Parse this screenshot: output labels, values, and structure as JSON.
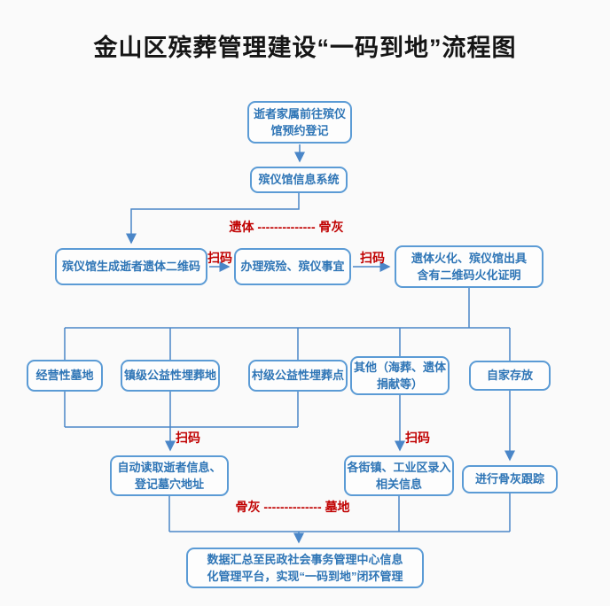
{
  "title": "金山区殡葬管理建设“一码到地”流程图",
  "colors": {
    "box_border_blue": "#5b9bd5",
    "box_text_blue": "#2e75b6",
    "connector_blue": "#4a86c8",
    "accent_red": "#c00000",
    "background": "#fafafa"
  },
  "nodes": {
    "register": {
      "line1": "逝者家属前往殡仪",
      "line2": "馆预约登记"
    },
    "info_system": {
      "text": "殡仪馆信息系统"
    },
    "generate_qr": {
      "text": "殡仪馆生成逝者遗体二维码"
    },
    "handle_funeral": {
      "text": "办理殡殓、殡仪事宜"
    },
    "cremation": {
      "line1": "遗体火化、殡仪馆出具",
      "line2": "含有二维码火化证明"
    },
    "commercial_cemetery": {
      "text": "经营性墓地"
    },
    "town_cemetery": {
      "text": "镇级公益性埋葬地"
    },
    "village_cemetery": {
      "text": "村级公益性埋葬点"
    },
    "other_disposal": {
      "line1": "其他（海葬、遗体",
      "line2": "捐献等）"
    },
    "home_storage": {
      "text": "自家存放"
    },
    "auto_read": {
      "line1": "自动读取逝者信息、",
      "line2": "登记墓穴地址"
    },
    "district_entry": {
      "line1": "各街镇、工业区录入",
      "line2": "相关信息"
    },
    "ash_tracking": {
      "text": "进行骨灰跟踪"
    },
    "summary": {
      "line1": "数据汇总至民政社会事务管理中心信息",
      "line2": "化管理平台，实现“一码到地”闭环管理"
    }
  },
  "labels": {
    "scan_code": "扫码",
    "body_to_ash": "遗体 -------------- 骨灰",
    "ash_to_grave": "骨灰 -------------- 墓地"
  }
}
